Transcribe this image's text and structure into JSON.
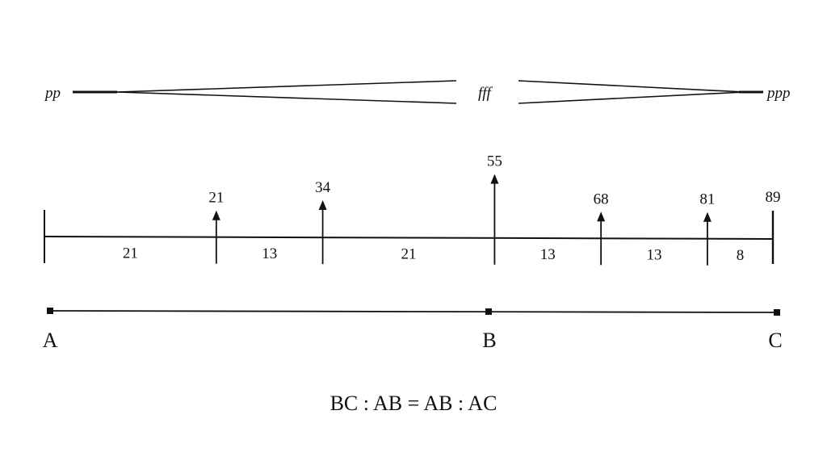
{
  "dynamics": {
    "start": "pp",
    "peak": "fff",
    "end": "ppp"
  },
  "timeline": {
    "marks": [
      {
        "position": 21,
        "label": "21",
        "arrow_height": 1
      },
      {
        "position": 34,
        "label": "34",
        "arrow_height": 1.4
      },
      {
        "position": 55,
        "label": "55",
        "arrow_height": 2.4
      },
      {
        "position": 68,
        "label": "68",
        "arrow_height": 1
      },
      {
        "position": 81,
        "label": "81",
        "arrow_height": 1
      }
    ],
    "end_label": "89",
    "total": 89,
    "segments": [
      "21",
      "13",
      "21",
      "13",
      "13",
      "8"
    ]
  },
  "golden_section": {
    "points": [
      "A",
      "B",
      "C"
    ],
    "equation": "BC : AB = AB : AC"
  }
}
